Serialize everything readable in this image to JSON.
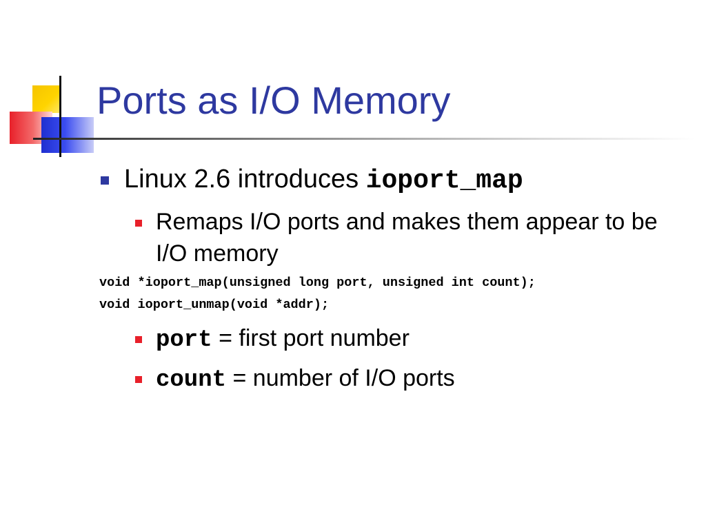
{
  "slide": {
    "title": "Ports as I/O Memory",
    "bullets": [
      {
        "text": "Linux 2.6 introduces ",
        "code": "ioport_map"
      }
    ],
    "sub_bullet_1": "Remaps I/O ports and makes them appear to be I/O memory",
    "code_lines": [
      "void *ioport_map(unsigned long port, unsigned int count);",
      "void ioport_unmap(void *addr);"
    ],
    "sub_bullet_2": {
      "code": "port",
      "text": " = first port number"
    },
    "sub_bullet_3": {
      "code": "count",
      "text": " = number of I/O ports"
    }
  },
  "colors": {
    "title": "#2e39a0",
    "bullet_level1": "#2e39a0",
    "bullet_level2": "#e8202a",
    "logo_yellow": "#ffd400",
    "logo_red": "#e8202a",
    "logo_blue": "#1f2fd0"
  }
}
